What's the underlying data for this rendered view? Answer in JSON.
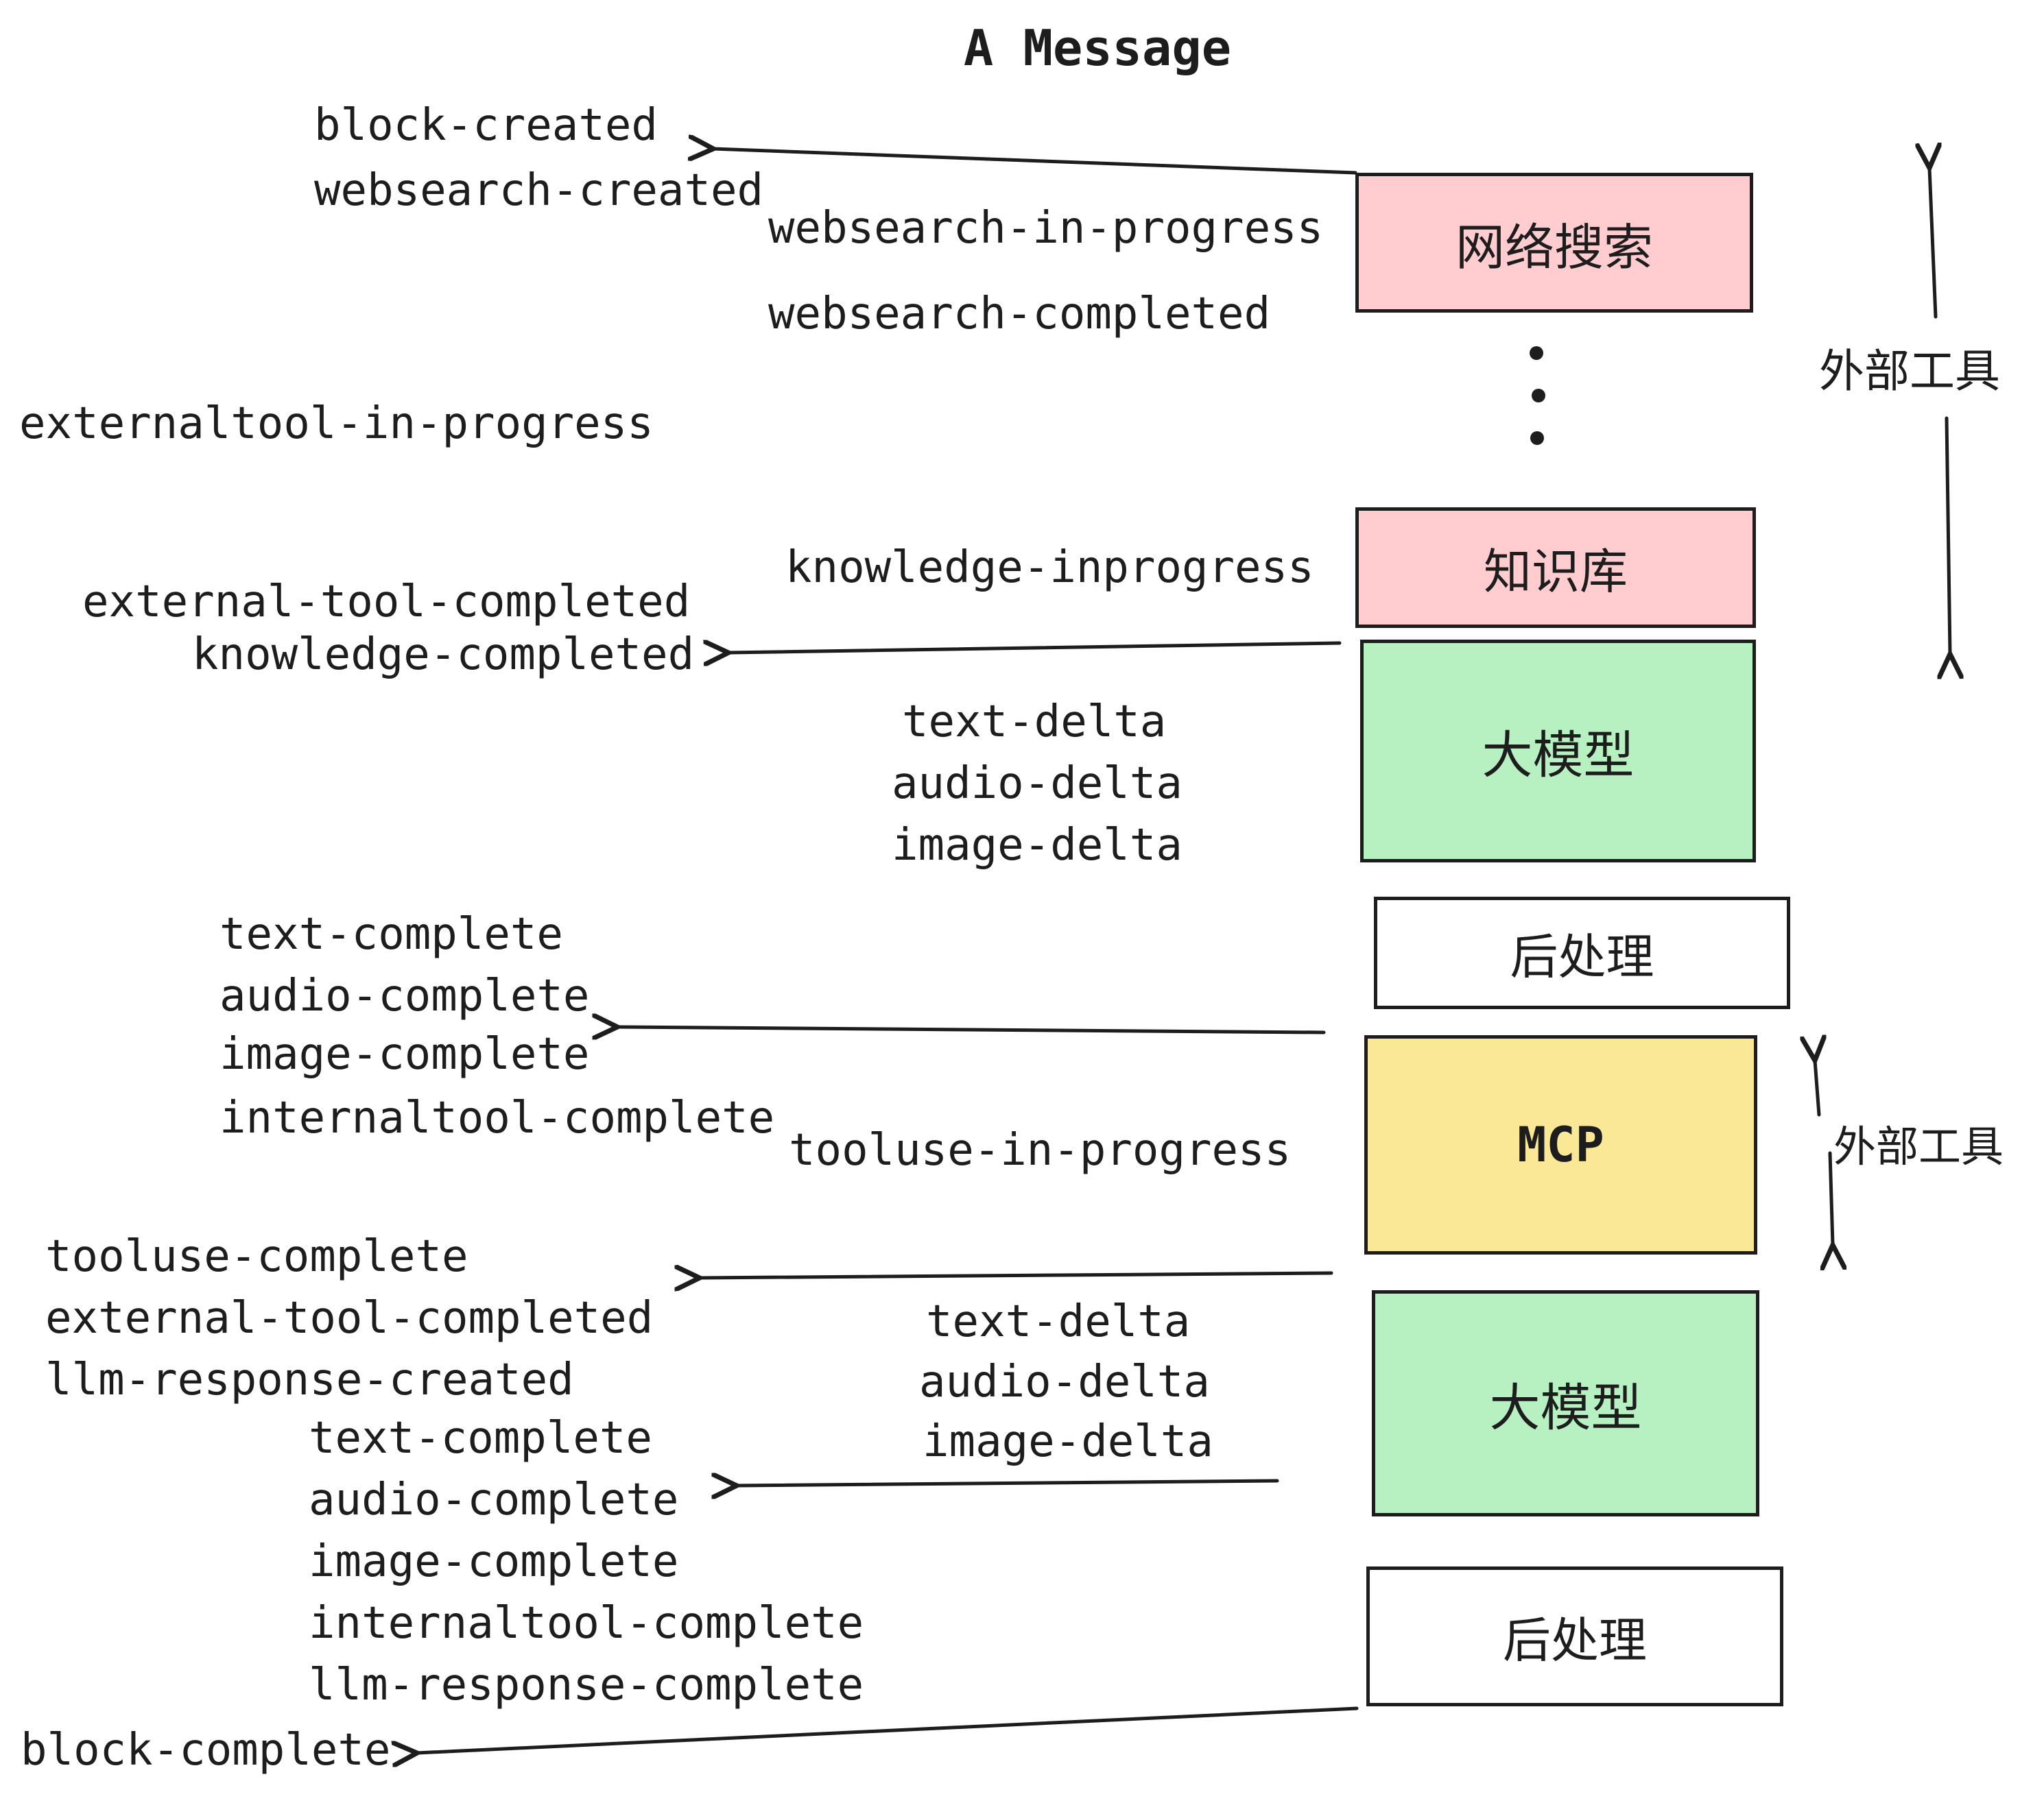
{
  "title": "A Message",
  "colors": {
    "box_pink": "#ffcdd0",
    "box_green": "#b7f0c1",
    "box_yellow": "#fae896",
    "box_white": "#ffffff",
    "ink": "#1d1d1d"
  },
  "boxes": {
    "websearch": {
      "label": "网络搜索"
    },
    "knowledge": {
      "label": "知识库"
    },
    "llm1": {
      "label": "大模型"
    },
    "post1": {
      "label": "后处理"
    },
    "mcp": {
      "label": "MCP"
    },
    "llm2": {
      "label": "大模型"
    },
    "post2": {
      "label": "后处理"
    }
  },
  "annotations": {
    "external_tools_top": "外部工具",
    "external_tools_mcp": "外部工具"
  },
  "events": {
    "round1": {
      "block_created": "block-created",
      "websearch_created": "websearch-created",
      "websearch_in_progress": "websearch-in-progress",
      "websearch_completed": "websearch-completed",
      "externaltool_in_progress": "externaltool-in-progress",
      "knowledge_inprogress": "knowledge-inprogress",
      "external_tool_completed": "external-tool-completed",
      "knowledge_completed": "knowledge-completed",
      "text_delta": "text-delta",
      "audio_delta": "audio-delta",
      "image_delta": "image-delta",
      "text_complete": "text-complete",
      "audio_complete": "audio-complete",
      "image_complete": "image-complete",
      "internaltool_complete": "internaltool-complete"
    },
    "round2": {
      "tooluse_in_progress": "tooluse-in-progress",
      "tooluse_complete": "tooluse-complete",
      "external_tool_completed": "external-tool-completed",
      "llm_response_created": "llm-response-created",
      "text_delta": "text-delta",
      "audio_delta": "audio-delta",
      "image_delta": "image-delta",
      "text_complete": "text-complete",
      "audio_complete": "audio-complete",
      "image_complete": "image-complete",
      "internaltool_complete": "internaltool-complete",
      "llm_response_complete": "llm-response-complete"
    },
    "final": {
      "block_complete": "block-complete"
    }
  }
}
